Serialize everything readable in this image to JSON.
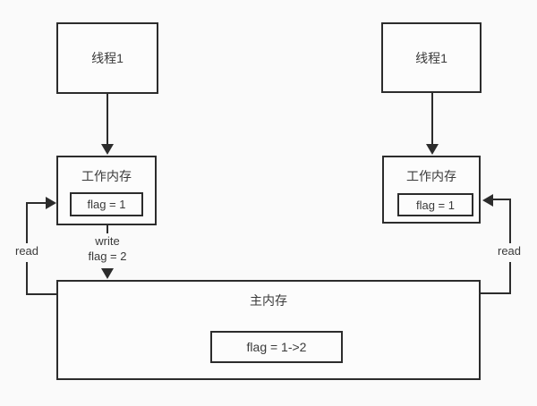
{
  "diagram": {
    "title_hint": "java-memory-model-visibility-diagram",
    "colors": {
      "background": "#fafafa",
      "line": "#2c2c2c",
      "text": "#3a3a3a",
      "box_fill": "#fcfcfc"
    },
    "left": {
      "thread_label": "线程1",
      "work_memory_label": "工作内存",
      "flag_value": "flag = 1",
      "write_label_line1": "write",
      "write_label_line2": "flag = 2",
      "read_label": "read"
    },
    "right": {
      "thread_label": "线程1",
      "work_memory_label": "工作内存",
      "flag_value": "flag = 1",
      "read_label": "read"
    },
    "main_memory": {
      "label": "主内存",
      "flag_value": "flag = 1->2"
    }
  }
}
